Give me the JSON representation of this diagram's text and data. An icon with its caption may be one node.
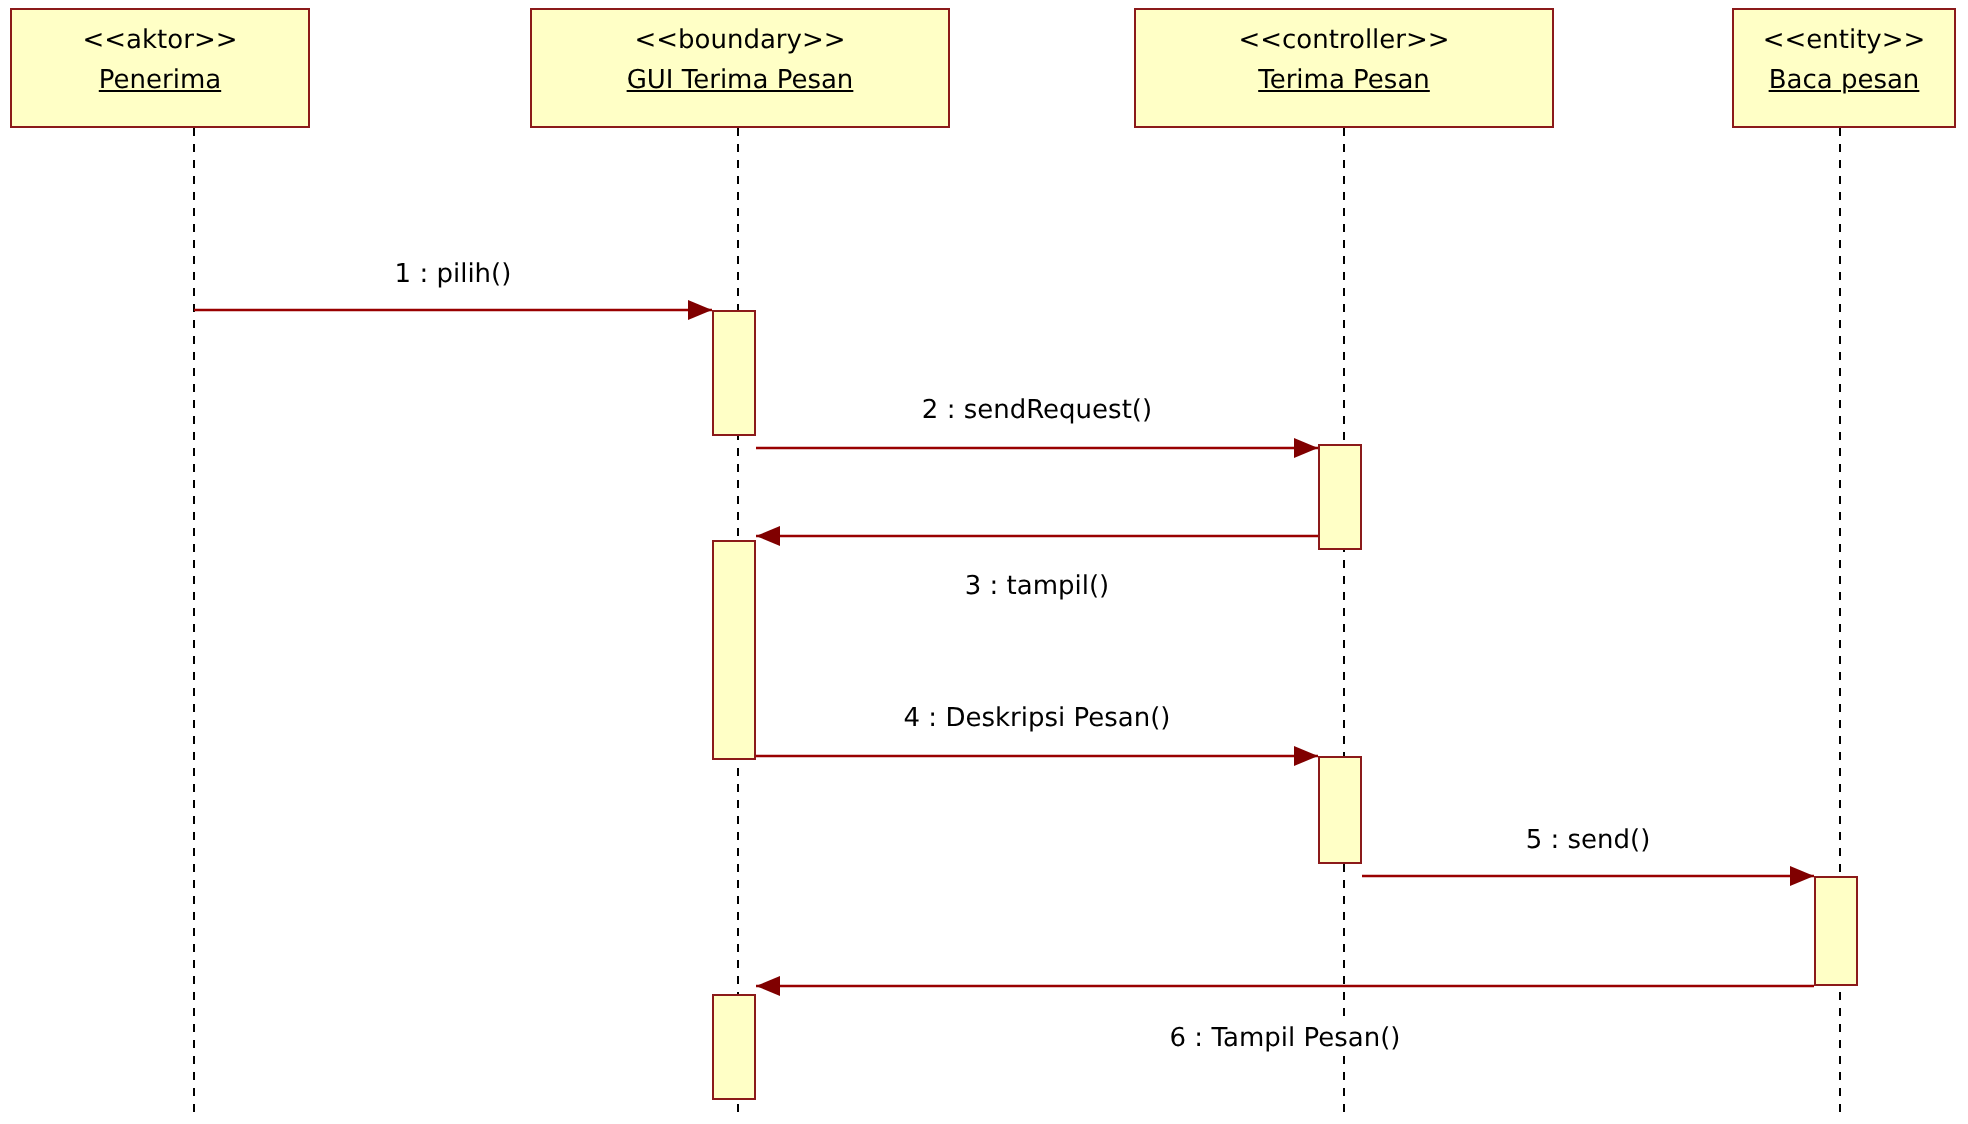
{
  "diagram": {
    "nodes": [
      {
        "text": [
          "<<aktor>>",
          "Penerima"
        ]
      },
      {
        "text": [
          "<<boundary>>",
          "GUI Terima Pesan"
        ]
      },
      {
        "text": [
          "<<controller>>",
          "Terima Pesan"
        ]
      },
      {
        "text": [
          "<<entity>>",
          "Baca pesan"
        ]
      },
      {
        "text": [],
        "shape": "bar"
      },
      {
        "text": [],
        "shape": "bar"
      },
      {
        "text": [],
        "shape": "bar"
      },
      {
        "text": [],
        "shape": "bar"
      },
      {
        "text": [],
        "shape": "bar"
      },
      {
        "text": [],
        "shape": "bar"
      }
    ],
    "edges": [
      {
        "from": null,
        "to": 4,
        "arrow": "to",
        "label": "1 : pilih()"
      },
      {
        "from": 4,
        "to": 5,
        "arrow": "to",
        "label": "2 : sendRequest()"
      },
      {
        "from": 5,
        "to": 6,
        "arrow": "to",
        "label": "3 : tampil()"
      },
      {
        "from": 6,
        "to": 7,
        "arrow": "to",
        "label": "4 : Deskripsi Pesan()"
      },
      {
        "from": 7,
        "to": 8,
        "arrow": "to",
        "label": "5 : send()"
      },
      {
        "from": 8,
        "to": 9,
        "arrow": "to",
        "label": "6 : Tampil Pesan()"
      }
    ]
  }
}
